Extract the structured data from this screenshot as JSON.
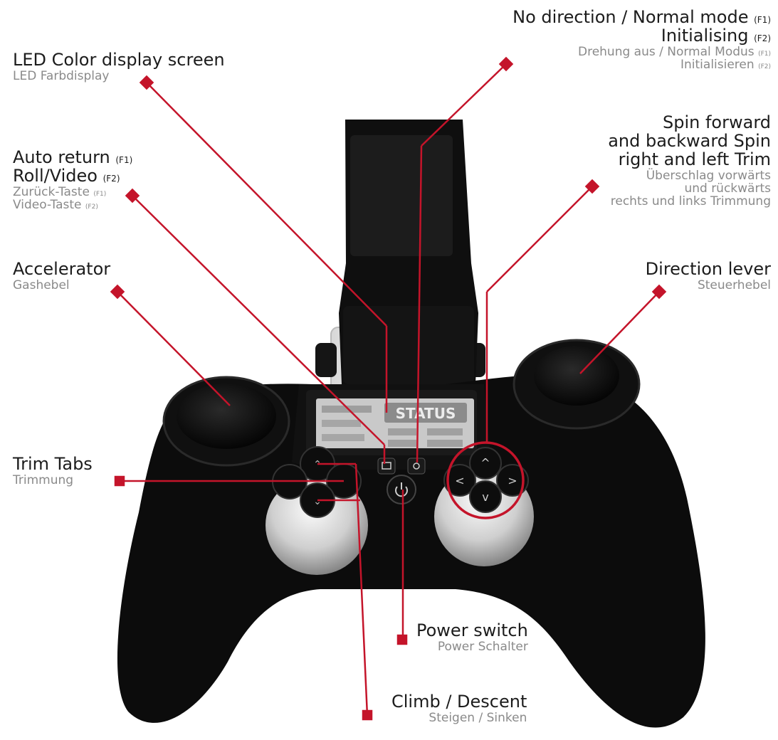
{
  "labels": {
    "led_display": {
      "en": "LED Color display screen",
      "de": "LED Farbdisplay"
    },
    "auto_return": {
      "en1": "Auto return",
      "en1_tag": "(F1)",
      "en2": "Roll/Video",
      "en2_tag": "(F2)",
      "de1": "Zurück-Taste",
      "de1_tag": "(F1)",
      "de2": "Video-Taste",
      "de2_tag": "(F2)"
    },
    "accelerator": {
      "en": "Accelerator",
      "de": "Gashebel"
    },
    "trim_tabs": {
      "en": "Trim Tabs",
      "de": "Trimmung"
    },
    "no_direction": {
      "en1": "No direction / Normal mode",
      "en1_tag": "(F1)",
      "en2": "Initialising",
      "en2_tag": "(F2)",
      "de1": "Drehung aus / Normal Modus",
      "de1_tag": "(F1)",
      "de2": "Initialisieren",
      "de2_tag": "(F2)"
    },
    "spin": {
      "en": [
        "Spin forward",
        "and backward Spin",
        "right and left Trim"
      ],
      "de": [
        "Überschlag vorwärts",
        "und rückwärts",
        "rechts und links Trimmung"
      ]
    },
    "direction_lever": {
      "en": "Direction lever",
      "de": "Steuerhebel"
    },
    "power_switch": {
      "en": "Power switch",
      "de": "Power Schalter"
    },
    "climb_descent": {
      "en": "Climb / Descent",
      "de": "Steigen / Sinken"
    }
  },
  "screen": {
    "status_text": "STATUS"
  },
  "colors": {
    "callout": "#c4142a",
    "body": "#0c0c0c",
    "english_text": "#1c1c1c",
    "german_text": "#8a8a8a"
  }
}
